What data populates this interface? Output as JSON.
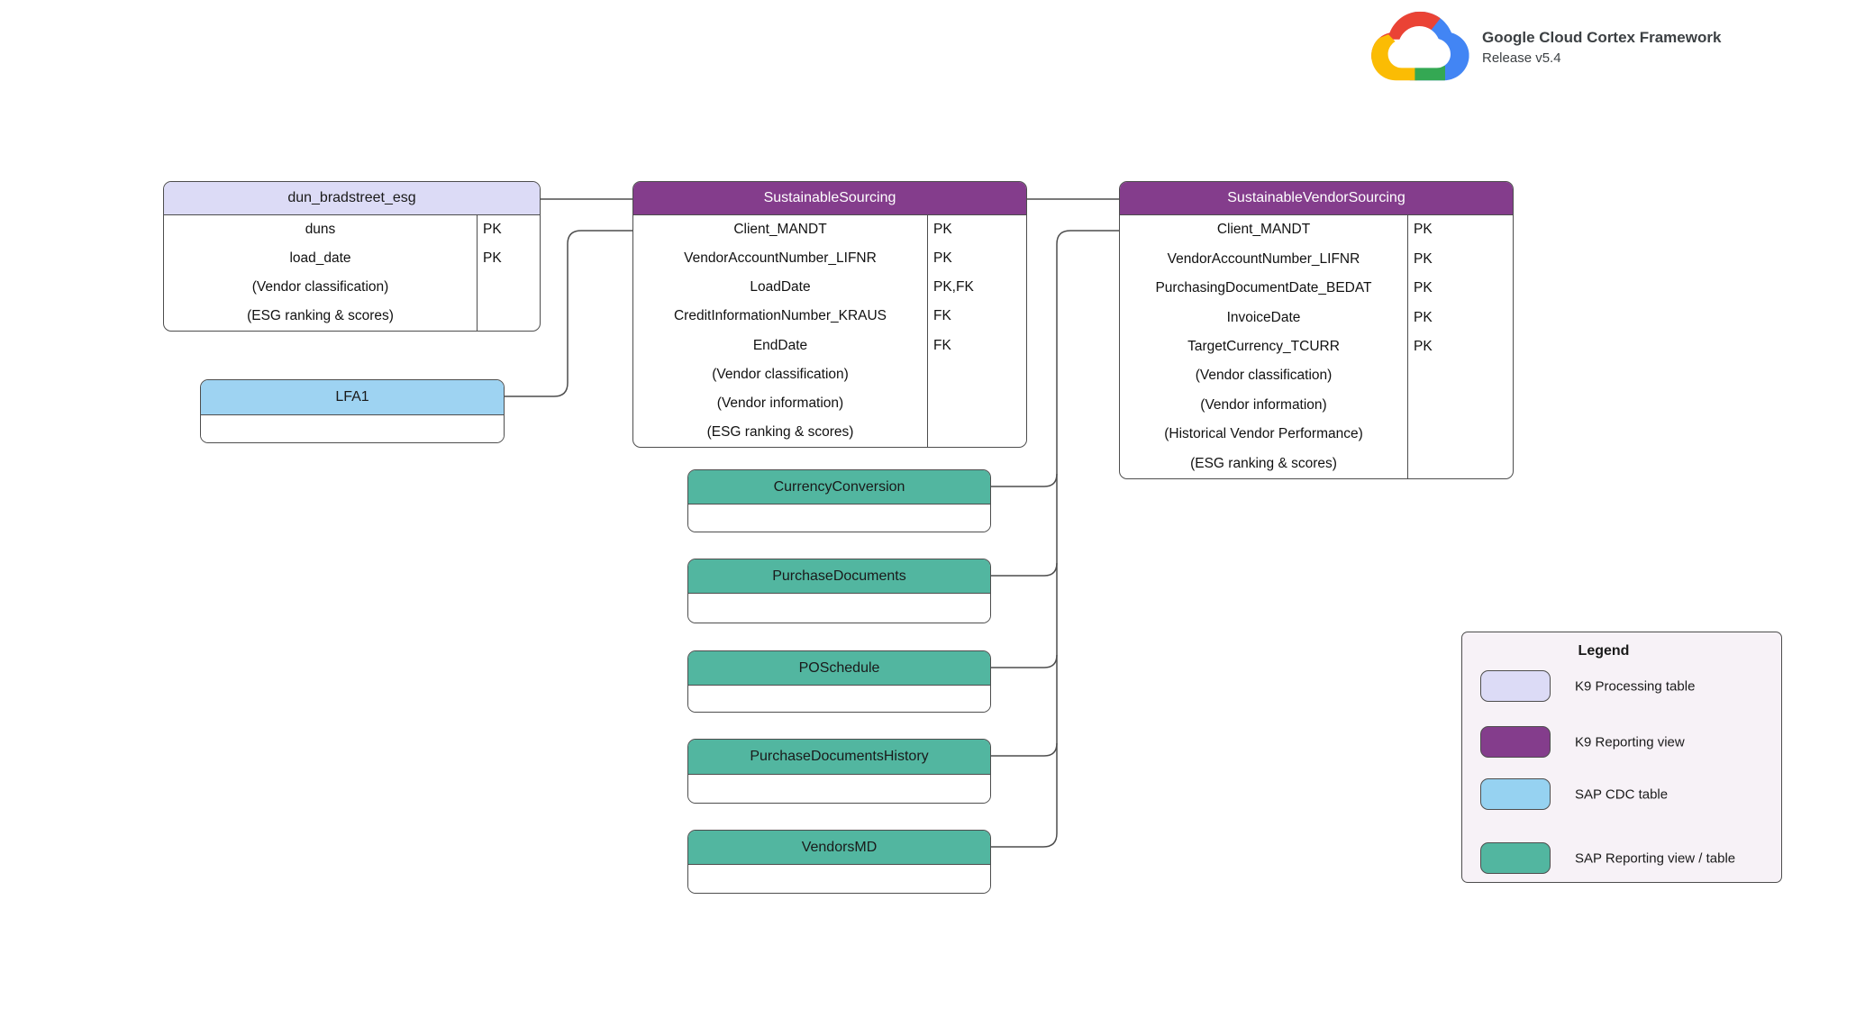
{
  "header": {
    "logo": "google-cloud-logo",
    "title": "Google Cloud Cortex Framework",
    "subtitle": "Release v5.4"
  },
  "colors": {
    "k9_processing_table": "#dcdbf6",
    "k9_reporting_view": "#843d8c",
    "sap_cdc_table": "#96d2f1",
    "sap_reporting_view_table": "#52b6a0",
    "legend_background": "#f7f2f7",
    "connector_line": "#4d4d4d"
  },
  "tables": {
    "dun_bradstreet_esg": {
      "title": "dun_bradstreet_esg",
      "rows": [
        {
          "name": "duns",
          "key": "PK"
        },
        {
          "name": "load_date",
          "key": "PK"
        },
        {
          "name": "(Vendor classification)",
          "key": ""
        },
        {
          "name": "(ESG ranking & scores)",
          "key": ""
        }
      ]
    },
    "sustainable_sourcing": {
      "title": "SustainableSourcing",
      "rows": [
        {
          "name": "Client_MANDT",
          "key": "PK"
        },
        {
          "name": "VendorAccountNumber_LIFNR",
          "key": "PK"
        },
        {
          "name": "LoadDate",
          "key": "PK,FK"
        },
        {
          "name": "CreditInformationNumber_KRAUS",
          "key": "FK"
        },
        {
          "name": "EndDate",
          "key": "FK"
        },
        {
          "name": "(Vendor classification)",
          "key": ""
        },
        {
          "name": "(Vendor information)",
          "key": ""
        },
        {
          "name": "(ESG ranking & scores)",
          "key": ""
        }
      ]
    },
    "sustainable_vendor_sourcing": {
      "title": "SustainableVendorSourcing",
      "rows": [
        {
          "name": "Client_MANDT",
          "key": "PK"
        },
        {
          "name": "VendorAccountNumber_LIFNR",
          "key": "PK"
        },
        {
          "name": "PurchasingDocumentDate_BEDAT",
          "key": "PK"
        },
        {
          "name": "InvoiceDate",
          "key": "PK"
        },
        {
          "name": "TargetCurrency_TCURR",
          "key": "PK"
        },
        {
          "name": "(Vendor classification)",
          "key": ""
        },
        {
          "name": "(Vendor information)",
          "key": ""
        },
        {
          "name": "(Historical Vendor Performance)",
          "key": ""
        },
        {
          "name": "(ESG ranking & scores)",
          "key": ""
        }
      ]
    },
    "lfa1": {
      "title": "LFA1"
    },
    "currency_conversion": {
      "title": "CurrencyConversion"
    },
    "purchase_documents": {
      "title": "PurchaseDocuments"
    },
    "po_schedule": {
      "title": "POSchedule"
    },
    "purchase_documents_history": {
      "title": "PurchaseDocumentsHistory"
    },
    "vendors_md": {
      "title": "VendorsMD"
    }
  },
  "legend": {
    "title": "Legend",
    "items": [
      {
        "label": "K9 Processing table",
        "color": "#dcdbf6"
      },
      {
        "label": "K9 Reporting view",
        "color": "#843d8c"
      },
      {
        "label": "SAP CDC table",
        "color": "#96d2f1"
      },
      {
        "label": "SAP Reporting view / table",
        "color": "#52b6a0"
      }
    ]
  }
}
